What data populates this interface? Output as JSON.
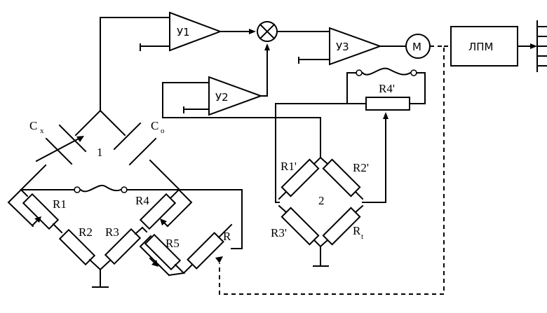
{
  "amplifiers": {
    "u1": "У1",
    "u2": "У2",
    "u3": "У3"
  },
  "motor": "М",
  "recorder": "ЛПМ",
  "capacitors": {
    "cx": {
      "main": "C",
      "sub": "x"
    },
    "co": {
      "main": "C",
      "sub": "o"
    }
  },
  "bridges": {
    "b1": "1",
    "b2": "2"
  },
  "resistors": {
    "r1": "R1",
    "r2": "R2",
    "r3": "R3",
    "r4": "R4",
    "r5": "R5",
    "r": "R",
    "r1p": "R1'",
    "r2p": "R2'",
    "r3p": "R3'",
    "r4p": "R4'",
    "rt": {
      "main": "R",
      "sub": "t"
    }
  }
}
